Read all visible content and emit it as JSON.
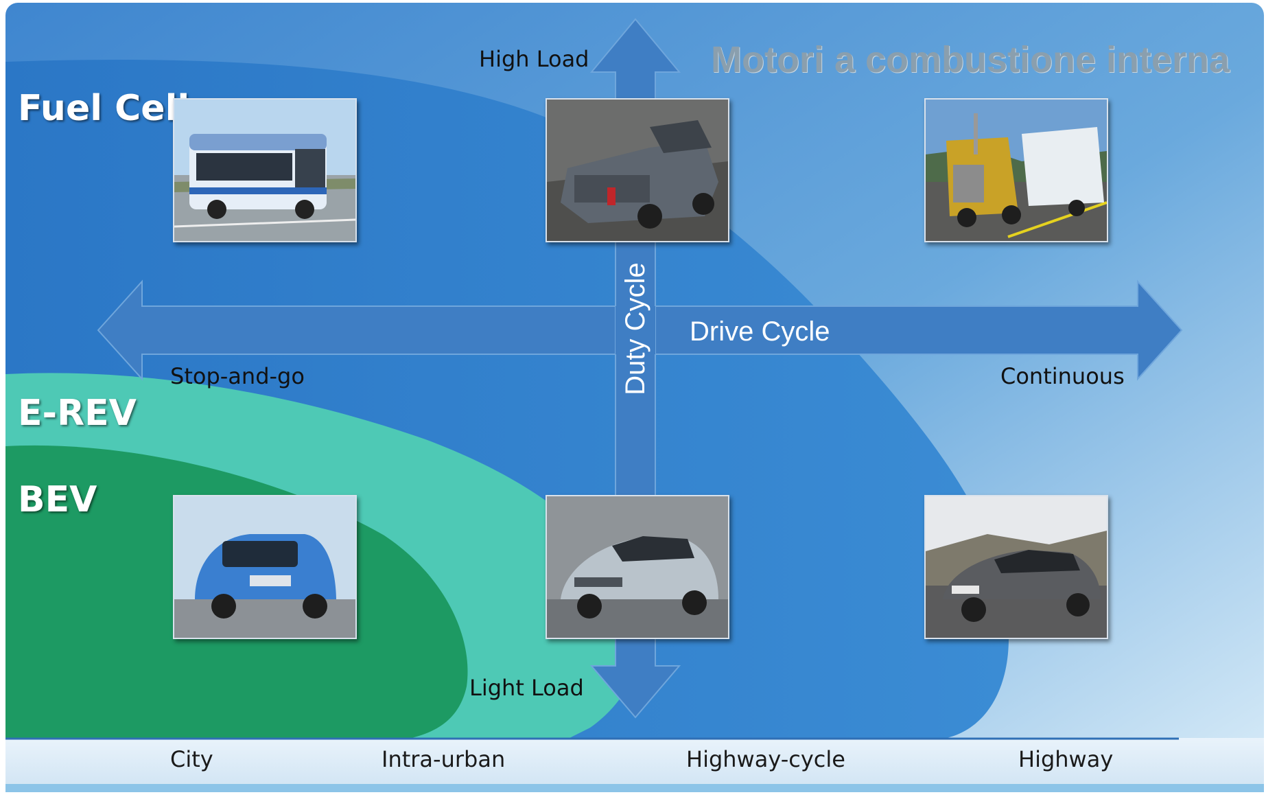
{
  "header": {
    "title": "Motori a combustione interna"
  },
  "zones": [
    {
      "id": "fuel-cell",
      "label": "Fuel Cell",
      "color": "#2d78c6"
    },
    {
      "id": "erev",
      "label": "E-REV",
      "color": "#4ec9b5"
    },
    {
      "id": "bev",
      "label": "BEV",
      "color": "#1d9a63"
    }
  ],
  "axes": {
    "vertical": {
      "name": "Duty Cycle",
      "top_label": "High Load",
      "bottom_label": "Light Load"
    },
    "horizontal": {
      "name": "Drive Cycle",
      "left_label": "Stop-and-go",
      "right_label": "Continuous"
    }
  },
  "bottom_axis": {
    "labels": [
      "City",
      "Intra-urban",
      "Highway-cycle",
      "Highway"
    ]
  },
  "images": [
    {
      "id": "bus",
      "icon": "hydrogen-bus-photo"
    },
    {
      "id": "pickup",
      "icon": "pickup-truck-photo"
    },
    {
      "id": "semi",
      "icon": "semi-truck-photo"
    },
    {
      "id": "compact",
      "icon": "compact-car-photo"
    },
    {
      "id": "volt",
      "icon": "hatchback-car-photo"
    },
    {
      "id": "sedan",
      "icon": "sedan-car-photo"
    }
  ],
  "colors": {
    "background": "#5fa3dc",
    "arrow": "#3f7ec4",
    "title_text": "#8a9fae",
    "ice_region": "#3d8fd6"
  }
}
